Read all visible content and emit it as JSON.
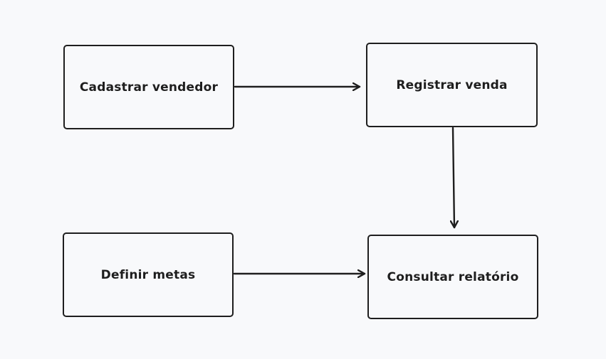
{
  "diagram": {
    "nodes": [
      {
        "id": "n1",
        "label": "Cadastrar vendedor"
      },
      {
        "id": "n2",
        "label": "Registrar venda"
      },
      {
        "id": "n3",
        "label": "Definir metas"
      },
      {
        "id": "n4",
        "label": "Consultar relatório"
      }
    ],
    "edges": [
      {
        "from": "n1",
        "to": "n2"
      },
      {
        "from": "n2",
        "to": "n4"
      },
      {
        "from": "n3",
        "to": "n4"
      }
    ],
    "colors": {
      "stroke": "#1e1e1e",
      "background": "#f8f9fb"
    }
  }
}
